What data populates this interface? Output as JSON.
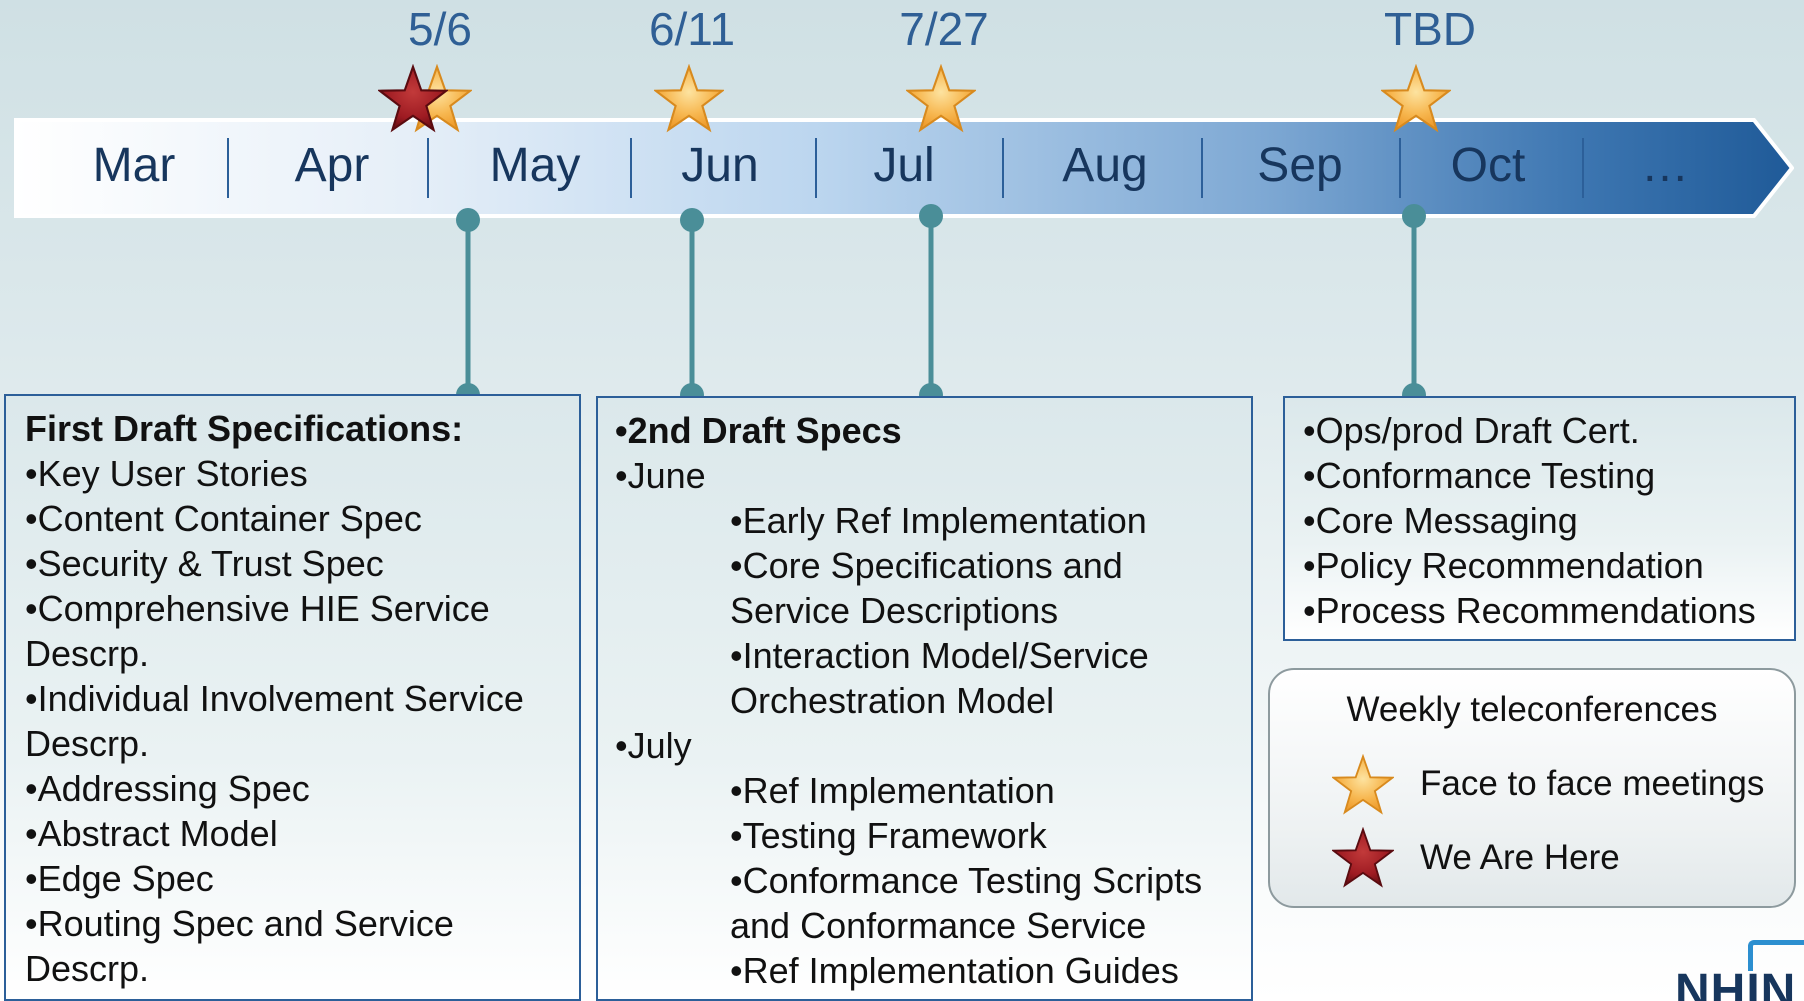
{
  "milestones": {
    "dates": [
      "5/6",
      "6/11",
      "7/27",
      "TBD"
    ]
  },
  "timeline": {
    "months": [
      "Mar",
      "Apr",
      "May",
      "Jun",
      "Jul",
      "Aug",
      "Sep",
      "Oct",
      "…"
    ]
  },
  "box1": {
    "heading": "First Draft Specifications:",
    "lines": [
      "•Key User Stories",
      "•Content Container Spec",
      "•Security & Trust Spec",
      "•Comprehensive HIE Service",
      "Descrp.",
      "•Individual Involvement Service",
      "Descrp.",
      "•Addressing Spec",
      "•Abstract Model",
      "•Edge Spec",
      "•Routing Spec and Service",
      "Descrp."
    ]
  },
  "box2": {
    "heading": "•2nd Draft Specs",
    "june_label": "•June",
    "june_items": [
      "•Early Ref Implementation",
      "•Core Specifications and",
      "Service Descriptions",
      "•Interaction Model/Service",
      "Orchestration Model"
    ],
    "july_label": "•July",
    "july_items": [
      "•Ref Implementation",
      "•Testing Framework",
      "•Conformance Testing Scripts",
      "and Conformance Service",
      "•Ref Implementation Guides"
    ]
  },
  "box3": {
    "lines": [
      "•Ops/prod Draft Cert.",
      "•Conformance Testing",
      "•Core Messaging",
      "•Policy Recommendation",
      "•Process Recommendations"
    ]
  },
  "legend": {
    "teleconf": "Weekly teleconferences",
    "face_to_face": "Face to face meetings",
    "we_are_here": "We Are Here"
  },
  "logo": {
    "text": "NHIN"
  },
  "colors": {
    "gold_star": "#f5b042",
    "red_star": "#9e1b22",
    "connector": "#4a8e98",
    "box_border": "#2c5f99",
    "date_text": "#2f5f95"
  },
  "icons": {
    "milestone": "gold-star-icon",
    "current": "red-star-icon"
  }
}
